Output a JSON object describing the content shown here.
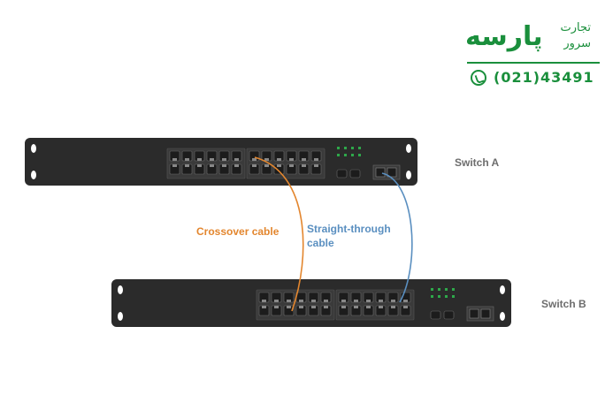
{
  "brand": {
    "logo_text": "پارسه",
    "tagline_1": "تجارت",
    "tagline_2": "سرور",
    "phone": "(021)43491",
    "color": "#1a8f3c"
  },
  "switches": {
    "a_label": "Switch A",
    "b_label": "Switch B"
  },
  "cables": {
    "crossover": {
      "label": "Crossover cable",
      "color": "#e3862e"
    },
    "straight": {
      "line1": "Straight-through",
      "line2": "cable",
      "color": "#5a8fc0"
    }
  },
  "colors": {
    "chassis": "#2b2b2b",
    "port": "#1c1c1c",
    "led": "#2ea84a",
    "label_gray": "#6d6d6d"
  },
  "icons": [
    "phone-icon"
  ]
}
